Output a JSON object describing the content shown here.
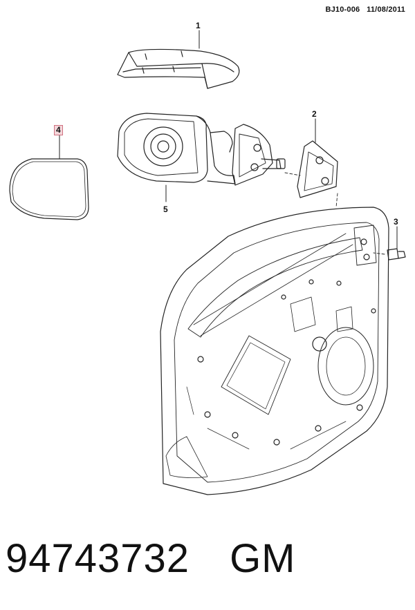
{
  "header": {
    "code": "BJ10-006",
    "date": "11/08/2011"
  },
  "callouts": [
    {
      "id": "1",
      "label": "1"
    },
    {
      "id": "2",
      "label": "2"
    },
    {
      "id": "3",
      "label": "3"
    },
    {
      "id": "4",
      "label": "4"
    },
    {
      "id": "5",
      "label": "5"
    }
  ],
  "footer": {
    "part_number": "94743732",
    "brand": "GM"
  },
  "colors": {
    "line": "#222222",
    "highlight_fill": "#f3d6da",
    "highlight_border": "#d07080"
  }
}
